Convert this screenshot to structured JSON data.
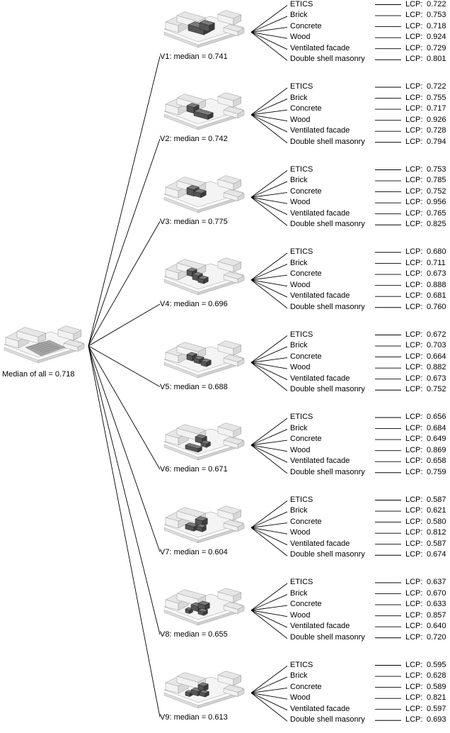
{
  "root": {
    "label": "Median of all = 0.718"
  },
  "value_prefix": "LCP:",
  "variants": [
    {
      "caption": "V1: median = 0.741",
      "items": [
        {
          "material": "ETICS",
          "value": "0.722"
        },
        {
          "material": "Brick",
          "value": "0.753"
        },
        {
          "material": "Concrete",
          "value": "0.718"
        },
        {
          "material": "Wood",
          "value": "0.924"
        },
        {
          "material": "Ventilated facade",
          "value": "0.729"
        },
        {
          "material": "Double shell masonry",
          "value": "0.801"
        }
      ]
    },
    {
      "caption": "V2: median = 0.742",
      "items": [
        {
          "material": "ETICS",
          "value": "0.722"
        },
        {
          "material": "Brick",
          "value": "0.755"
        },
        {
          "material": "Concrete",
          "value": "0.717"
        },
        {
          "material": "Wood",
          "value": "0.926"
        },
        {
          "material": "Ventilated facade",
          "value": "0.728"
        },
        {
          "material": "Double shell masonry",
          "value": "0.794"
        }
      ]
    },
    {
      "caption": "V3: median = 0.775",
      "items": [
        {
          "material": "ETICS",
          "value": "0.753"
        },
        {
          "material": "Brick",
          "value": "0.785"
        },
        {
          "material": "Concrete",
          "value": "0.752"
        },
        {
          "material": "Wood",
          "value": "0.956"
        },
        {
          "material": "Ventilated facade",
          "value": "0.765"
        },
        {
          "material": "Double shell masonry",
          "value": "0.825"
        }
      ]
    },
    {
      "caption": "V4: median = 0.696",
      "items": [
        {
          "material": "ETICS",
          "value": "0.680"
        },
        {
          "material": "Brick",
          "value": "0.711"
        },
        {
          "material": "Concrete",
          "value": "0.673"
        },
        {
          "material": "Wood",
          "value": "0.888"
        },
        {
          "material": "Ventilated facade",
          "value": "0.681"
        },
        {
          "material": "Double shell masonry",
          "value": "0.760"
        }
      ]
    },
    {
      "caption": "V5: median = 0.688",
      "items": [
        {
          "material": "ETICS",
          "value": "0.672"
        },
        {
          "material": "Brick",
          "value": "0.703"
        },
        {
          "material": "Concrete",
          "value": "0.664"
        },
        {
          "material": "Wood",
          "value": "0.882"
        },
        {
          "material": "Ventilated facade",
          "value": "0.673"
        },
        {
          "material": "Double shell masonry",
          "value": "0.752"
        }
      ]
    },
    {
      "caption": "V6: median = 0.671",
      "items": [
        {
          "material": "ETICS",
          "value": "0.656"
        },
        {
          "material": "Brick",
          "value": "0.684"
        },
        {
          "material": "Concrete",
          "value": "0.649"
        },
        {
          "material": "Wood",
          "value": "0.869"
        },
        {
          "material": "Ventilated facade",
          "value": "0.658"
        },
        {
          "material": "Double shell masonry",
          "value": "0.759"
        }
      ]
    },
    {
      "caption": "V7: median = 0.604",
      "items": [
        {
          "material": "ETICS",
          "value": "0.587"
        },
        {
          "material": "Brick",
          "value": "0.621"
        },
        {
          "material": "Concrete",
          "value": "0.580"
        },
        {
          "material": "Wood",
          "value": "0.812"
        },
        {
          "material": "Ventilated facade",
          "value": "0.587"
        },
        {
          "material": "Double shell masonry",
          "value": "0.674"
        }
      ]
    },
    {
      "caption": "V8: median = 0.655",
      "items": [
        {
          "material": "ETICS",
          "value": "0.637"
        },
        {
          "material": "Brick",
          "value": "0.670"
        },
        {
          "material": "Concrete",
          "value": "0.633"
        },
        {
          "material": "Wood",
          "value": "0.857"
        },
        {
          "material": "Ventilated facade",
          "value": "0.640"
        },
        {
          "material": "Double shell masonry",
          "value": "0.720"
        }
      ]
    },
    {
      "caption": "V9: median = 0.613",
      "items": [
        {
          "material": "ETICS",
          "value": "0.595"
        },
        {
          "material": "Brick",
          "value": "0.628"
        },
        {
          "material": "Concrete",
          "value": "0.589"
        },
        {
          "material": "Wood",
          "value": "0.821"
        },
        {
          "material": "Ventilated facade",
          "value": "0.597"
        },
        {
          "material": "Double shell masonry",
          "value": "0.693"
        }
      ]
    }
  ],
  "colors": {
    "line": "#000000",
    "context_building": "#e6e6e6",
    "context_edge": "#9a9a9a",
    "new_building": "#555555",
    "courtyard": "#8c8c8c"
  }
}
